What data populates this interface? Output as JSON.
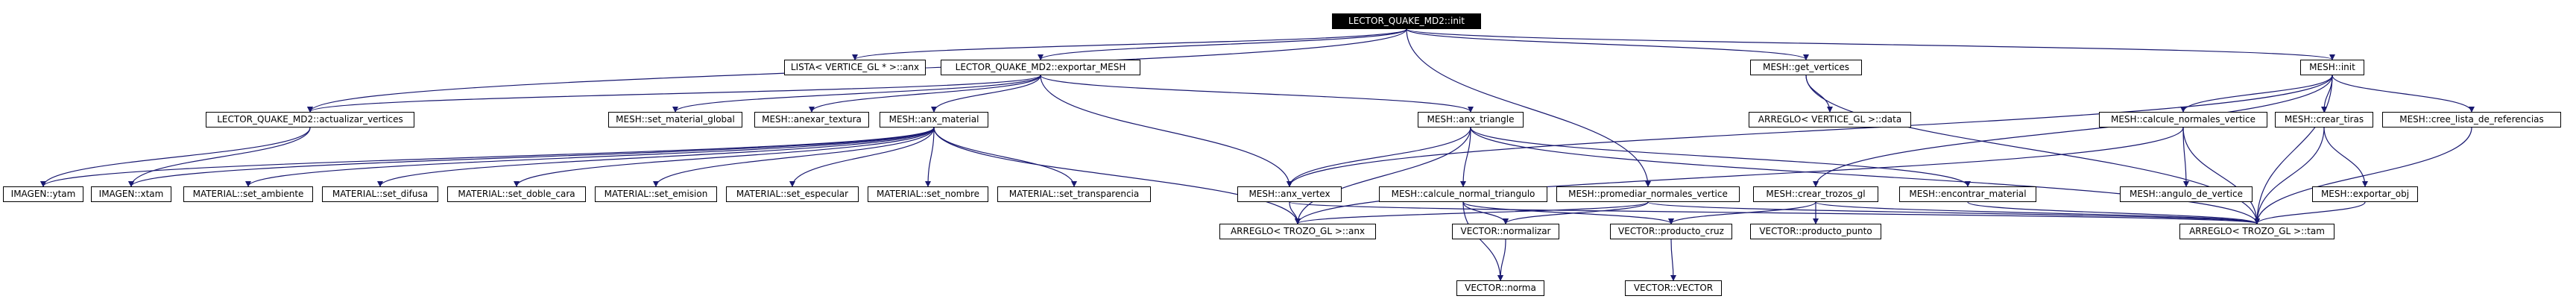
{
  "graph": {
    "nodes": {
      "root": "LECTOR_QUAKE_MD2::init",
      "lista_vertice_anx": "LISTA< VERTICE_GL * >::anx",
      "lector_exportar_mesh": "LECTOR_QUAKE_MD2::exportar_MESH",
      "mesh_get_vertices": "MESH::get_vertices",
      "mesh_init": "MESH::init",
      "lector_actualizar_vertices": "LECTOR_QUAKE_MD2::actualizar_vertices",
      "mesh_set_material_global": "MESH::set_material_global",
      "mesh_anexar_textura": "MESH::anexar_textura",
      "mesh_anx_material": "MESH::anx_material",
      "mesh_anx_triangle": "MESH::anx_triangle",
      "arreglo_vertice_data": "ARREGLO< VERTICE_GL >::data",
      "mesh_calcule_normales_vertice": "MESH::calcule_normales_vertice",
      "mesh_crear_tiras": "MESH::crear_tiras",
      "mesh_cree_lista_referencias": "MESH::cree_lista_de_referencias",
      "imagen_ytam": "IMAGEN::ytam",
      "imagen_xtam": "IMAGEN::xtam",
      "material_set_ambiente": "MATERIAL::set_ambiente",
      "material_set_difusa": "MATERIAL::set_difusa",
      "material_set_doble_cara": "MATERIAL::set_doble_cara",
      "material_set_emision": "MATERIAL::set_emision",
      "material_set_especular": "MATERIAL::set_especular",
      "material_set_nombre": "MATERIAL::set_nombre",
      "material_set_transparencia": "MATERIAL::set_transparencia",
      "mesh_anx_vertex": "MESH::anx_vertex",
      "mesh_calcule_normal_triangulo": "MESH::calcule_normal_triangulo",
      "mesh_promediar_normales_vertice": "MESH::promediar_normales_vertice",
      "mesh_crear_trozos_gl": "MESH::crear_trozos_gl",
      "mesh_encontrar_material": "MESH::encontrar_material",
      "mesh_angulo_de_vertice": "MESH::angulo_de_vertice",
      "mesh_exportar_obj": "MESH::exportar_obj",
      "arreglo_trozo_anx": "ARREGLO< TROZO_GL >::anx",
      "vector_normalizar": "VECTOR::normalizar",
      "vector_producto_cruz": "VECTOR::producto_cruz",
      "vector_producto_punto": "VECTOR::producto_punto",
      "arreglo_trozo_tam": "ARREGLO< TROZO_GL >::tam",
      "vector_norma": "VECTOR::norma",
      "vector_vector": "VECTOR::VECTOR"
    },
    "edges": [
      [
        "root",
        "lista_vertice_anx"
      ],
      [
        "root",
        "lector_exportar_mesh"
      ],
      [
        "root",
        "mesh_get_vertices"
      ],
      [
        "root",
        "mesh_init"
      ],
      [
        "root",
        "lector_actualizar_vertices"
      ],
      [
        "root",
        "mesh_promediar_normales_vertice"
      ],
      [
        "lector_exportar_mesh",
        "lector_actualizar_vertices"
      ],
      [
        "lector_exportar_mesh",
        "mesh_set_material_global"
      ],
      [
        "lector_exportar_mesh",
        "mesh_anexar_textura"
      ],
      [
        "lector_exportar_mesh",
        "mesh_anx_material"
      ],
      [
        "lector_exportar_mesh",
        "mesh_anx_triangle"
      ],
      [
        "lector_exportar_mesh",
        "mesh_anx_vertex"
      ],
      [
        "lector_actualizar_vertices",
        "imagen_ytam"
      ],
      [
        "lector_actualizar_vertices",
        "imagen_xtam"
      ],
      [
        "mesh_get_vertices",
        "arreglo_vertice_data"
      ],
      [
        "mesh_get_vertices",
        "arreglo_trozo_tam"
      ],
      [
        "mesh_anx_material",
        "imagen_ytam"
      ],
      [
        "mesh_anx_material",
        "imagen_xtam"
      ],
      [
        "mesh_anx_material",
        "material_set_ambiente"
      ],
      [
        "mesh_anx_material",
        "material_set_difusa"
      ],
      [
        "mesh_anx_material",
        "material_set_doble_cara"
      ],
      [
        "mesh_anx_material",
        "material_set_emision"
      ],
      [
        "mesh_anx_material",
        "material_set_especular"
      ],
      [
        "mesh_anx_material",
        "material_set_nombre"
      ],
      [
        "mesh_anx_material",
        "material_set_transparencia"
      ],
      [
        "mesh_anx_material",
        "arreglo_trozo_anx"
      ],
      [
        "mesh_anx_triangle",
        "mesh_anx_vertex"
      ],
      [
        "mesh_anx_triangle",
        "mesh_calcule_normal_triangulo"
      ],
      [
        "mesh_anx_triangle",
        "mesh_encontrar_material"
      ],
      [
        "mesh_anx_triangle",
        "arreglo_trozo_anx"
      ],
      [
        "mesh_anx_triangle",
        "arreglo_trozo_tam"
      ],
      [
        "mesh_anx_vertex",
        "arreglo_trozo_anx"
      ],
      [
        "mesh_anx_vertex",
        "arreglo_trozo_tam"
      ],
      [
        "mesh_init",
        "mesh_calcule_normales_vertice"
      ],
      [
        "mesh_init",
        "mesh_crear_tiras"
      ],
      [
        "mesh_init",
        "mesh_cree_lista_referencias"
      ],
      [
        "mesh_init",
        "mesh_crear_trozos_gl"
      ],
      [
        "mesh_init",
        "mesh_anx_vertex"
      ],
      [
        "mesh_init",
        "arreglo_trozo_tam"
      ],
      [
        "mesh_calcule_normales_vertice",
        "mesh_angulo_de_vertice"
      ],
      [
        "mesh_calcule_normales_vertice",
        "arreglo_trozo_tam"
      ],
      [
        "mesh_calcule_normales_vertice",
        "arreglo_trozo_anx"
      ],
      [
        "mesh_crear_tiras",
        "mesh_exportar_obj"
      ],
      [
        "mesh_crear_tiras",
        "arreglo_trozo_tam"
      ],
      [
        "mesh_cree_lista_referencias",
        "arreglo_trozo_tam"
      ],
      [
        "mesh_exportar_obj",
        "arreglo_trozo_tam"
      ],
      [
        "mesh_calcule_normal_triangulo",
        "vector_normalizar"
      ],
      [
        "mesh_calcule_normal_triangulo",
        "vector_producto_cruz"
      ],
      [
        "mesh_calcule_normal_triangulo",
        "vector_norma"
      ],
      [
        "mesh_promediar_normales_vertice",
        "vector_normalizar"
      ],
      [
        "mesh_promediar_normales_vertice",
        "arreglo_trozo_anx"
      ],
      [
        "mesh_promediar_normales_vertice",
        "arreglo_trozo_tam"
      ],
      [
        "mesh_crear_trozos_gl",
        "vector_producto_cruz"
      ],
      [
        "mesh_crear_trozos_gl",
        "vector_producto_punto"
      ],
      [
        "mesh_crear_trozos_gl",
        "arreglo_trozo_tam"
      ],
      [
        "mesh_encontrar_material",
        "arreglo_trozo_tam"
      ],
      [
        "vector_normalizar",
        "vector_norma"
      ],
      [
        "vector_producto_cruz",
        "vector_vector"
      ]
    ],
    "colors": {
      "edge": "#191970",
      "node_border": "#000000",
      "node_fill": "#ffffff",
      "root_fill": "#000000",
      "root_text": "#ffffff"
    }
  }
}
